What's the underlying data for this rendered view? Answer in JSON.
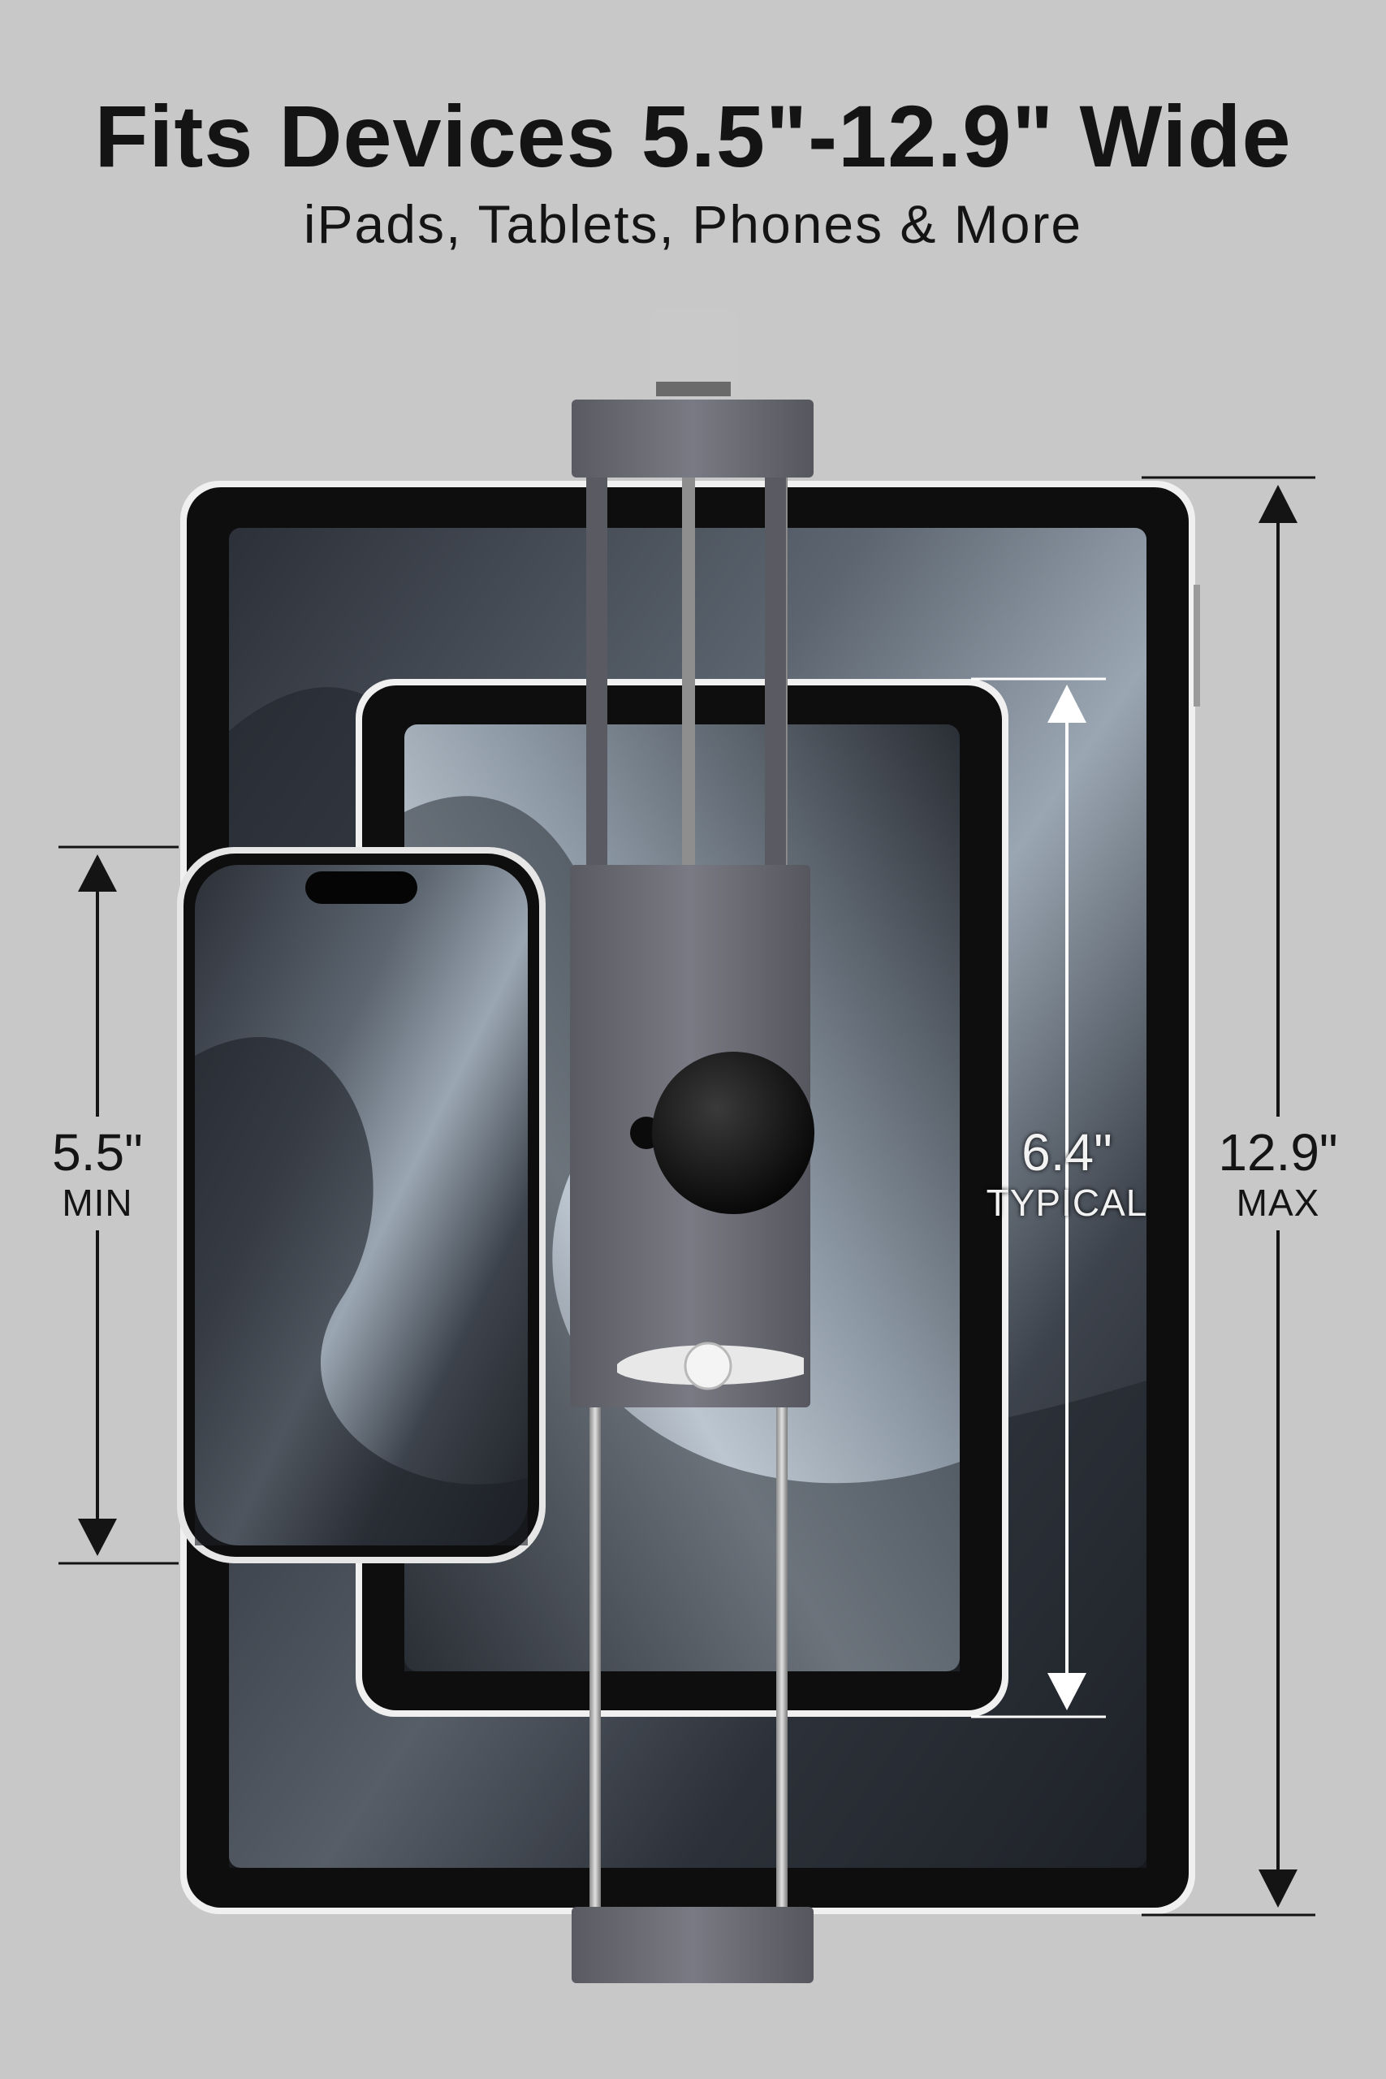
{
  "headline": "Fits Devices 5.5\"-12.9\" Wide",
  "subheadline": "iPads, Tablets, Phones & More",
  "dimensions": {
    "min": {
      "value": "5.5\"",
      "label": "MIN"
    },
    "typical": {
      "value": "6.4\"",
      "label": "TYPICAL"
    },
    "max": {
      "value": "12.9\"",
      "label": "MAX"
    }
  },
  "colors": {
    "background": "#c8c8c8",
    "text": "#141414",
    "device_frame": "#0e0e0e",
    "holder_body": "#6a6a72"
  }
}
